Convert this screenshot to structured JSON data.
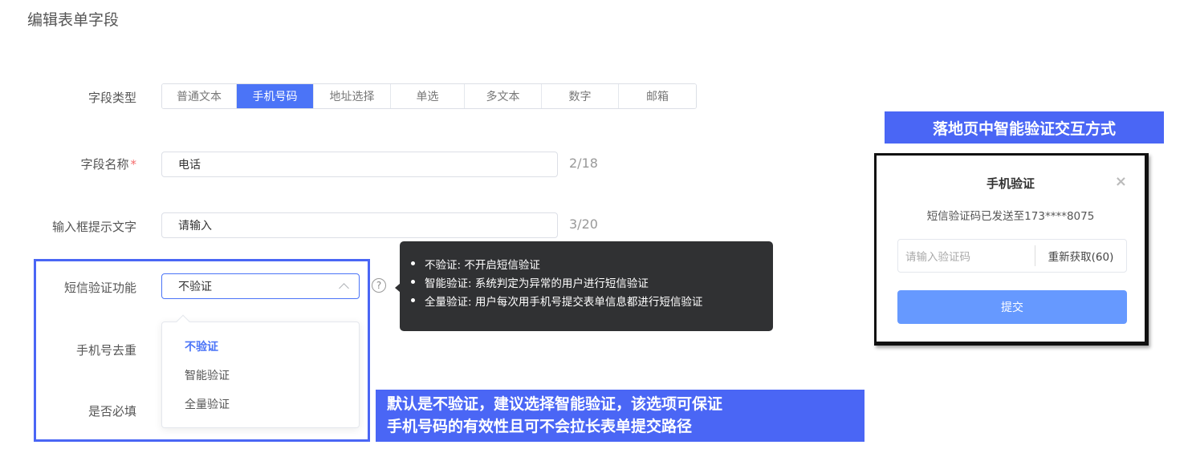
{
  "page": {
    "title": "编辑表单字段"
  },
  "form": {
    "field_type": {
      "label": "字段类型",
      "options": [
        {
          "label": "普通文本",
          "width": 93
        },
        {
          "label": "手机号码",
          "width": 96,
          "active": true
        },
        {
          "label": "地址选择",
          "width": 96
        },
        {
          "label": "单选",
          "width": 92
        },
        {
          "label": "多文本",
          "width": 96
        },
        {
          "label": "数字",
          "width": 96
        },
        {
          "label": "邮箱",
          "width": 96
        }
      ],
      "selected": "手机号码"
    },
    "field_name": {
      "label": "字段名称",
      "required_mark": "*",
      "value": "电话",
      "counter": "2/18"
    },
    "placeholder_text": {
      "label": "输入框提示文字",
      "value": "请输入",
      "counter": "3/20"
    },
    "sms_verify": {
      "label": "短信验证功能",
      "value": "不验证",
      "help_icon": "question-circle-icon",
      "options": [
        {
          "label": "不验证",
          "selected": true
        },
        {
          "label": "智能验证"
        },
        {
          "label": "全量验证"
        }
      ]
    },
    "phone_dedupe": {
      "label": "手机号去重"
    },
    "required": {
      "label": "是否必填"
    }
  },
  "tooltip": {
    "lines": [
      "不验证: 不开启短信验证",
      "智能验证: 系统判定为异常的用户进行短信验证",
      "全量验证: 用户每次用手机号提交表单信息都进行短信验证"
    ]
  },
  "annotation": {
    "line1": "默认是不验证，建议选择智能验证，该选项可保证",
    "line2": "手机号码的有效性且可不会拉长表单提交路径"
  },
  "preview": {
    "title": "落地页中智能验证交互方式",
    "modal": {
      "title": "手机验证",
      "close_icon": "×",
      "message": "短信验证码已发送至173****8075",
      "code_placeholder": "请输入验证码",
      "resend_label": "重新获取(60)",
      "submit_label": "提交"
    }
  },
  "colors": {
    "accent": "#4b74f7",
    "annotation_bg": "#4a66f5",
    "tooltip_bg": "#303133",
    "submit_bg": "#6699ff",
    "required": "#f56c6c"
  }
}
